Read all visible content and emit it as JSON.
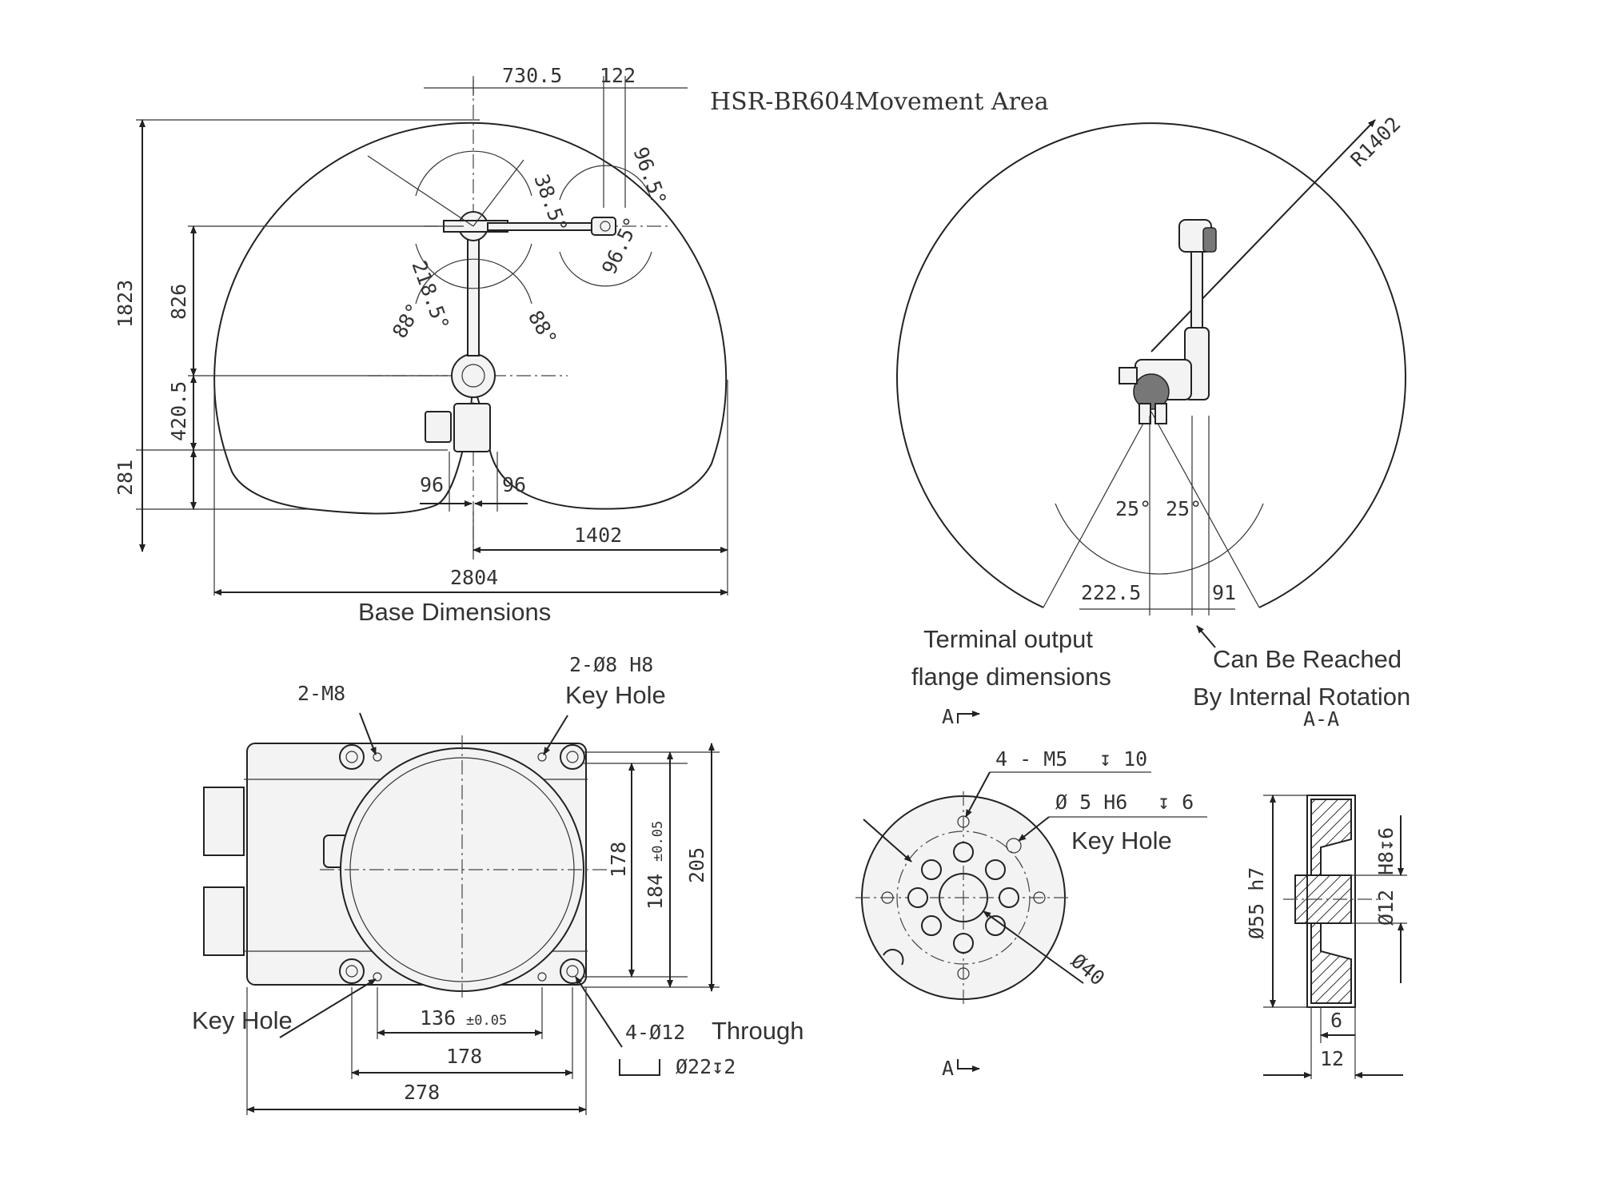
{
  "title": "HSR-BR604Movement Area",
  "movement_area": {
    "dim_top_1": "730.5",
    "dim_top_2": "122",
    "height_total": "1823",
    "height_826": "826",
    "height_420": "420.5",
    "height_281": "281",
    "angle_218": "218.5°",
    "angle_38": "38.5°",
    "angle_96a": "96.5°",
    "angle_96b": "96.5°",
    "angle_88l": "88°",
    "angle_88r": "88°",
    "w96l": "96",
    "w96r": "96",
    "radius_1402": "1402",
    "width_2804": "2804"
  },
  "side_view": {
    "radius": "R1402",
    "angle_left": "25°",
    "angle_right": "25°",
    "dim_222": "222.5",
    "dim_91": "91",
    "note_line1": "Can Be Reached",
    "note_line2": "By Internal Rotation"
  },
  "base": {
    "label": "Base Dimensions",
    "m8": "2-M8",
    "pin_hole": "2-Ø8 H8",
    "key_hole_top": "Key Hole",
    "key_hole_bottom": "Key Hole",
    "d178v": "178",
    "d184": "184",
    "tol184": "±0.05",
    "d205": "205",
    "d136": "136",
    "tol136": "±0.05",
    "d178h": "178",
    "d278": "278",
    "through_holes": "4-Ø12",
    "through_word": "Through",
    "counterbore": "Ø22↧2"
  },
  "flange": {
    "label_line1": "Terminal output",
    "label_line2": "flange dimensions",
    "section_mark_top": "A",
    "section_mark_bottom": "A",
    "section_title": "A-A",
    "thread": "4 - M5",
    "thread_depth": "10",
    "pin": "Ø 5  H6",
    "pin_depth": "6",
    "key_hole": "Key Hole",
    "d40": "Ø40",
    "d55": "Ø55 h7",
    "d12": "Ø12",
    "h8": "H8↧6",
    "w6": "6",
    "w12": "12"
  }
}
